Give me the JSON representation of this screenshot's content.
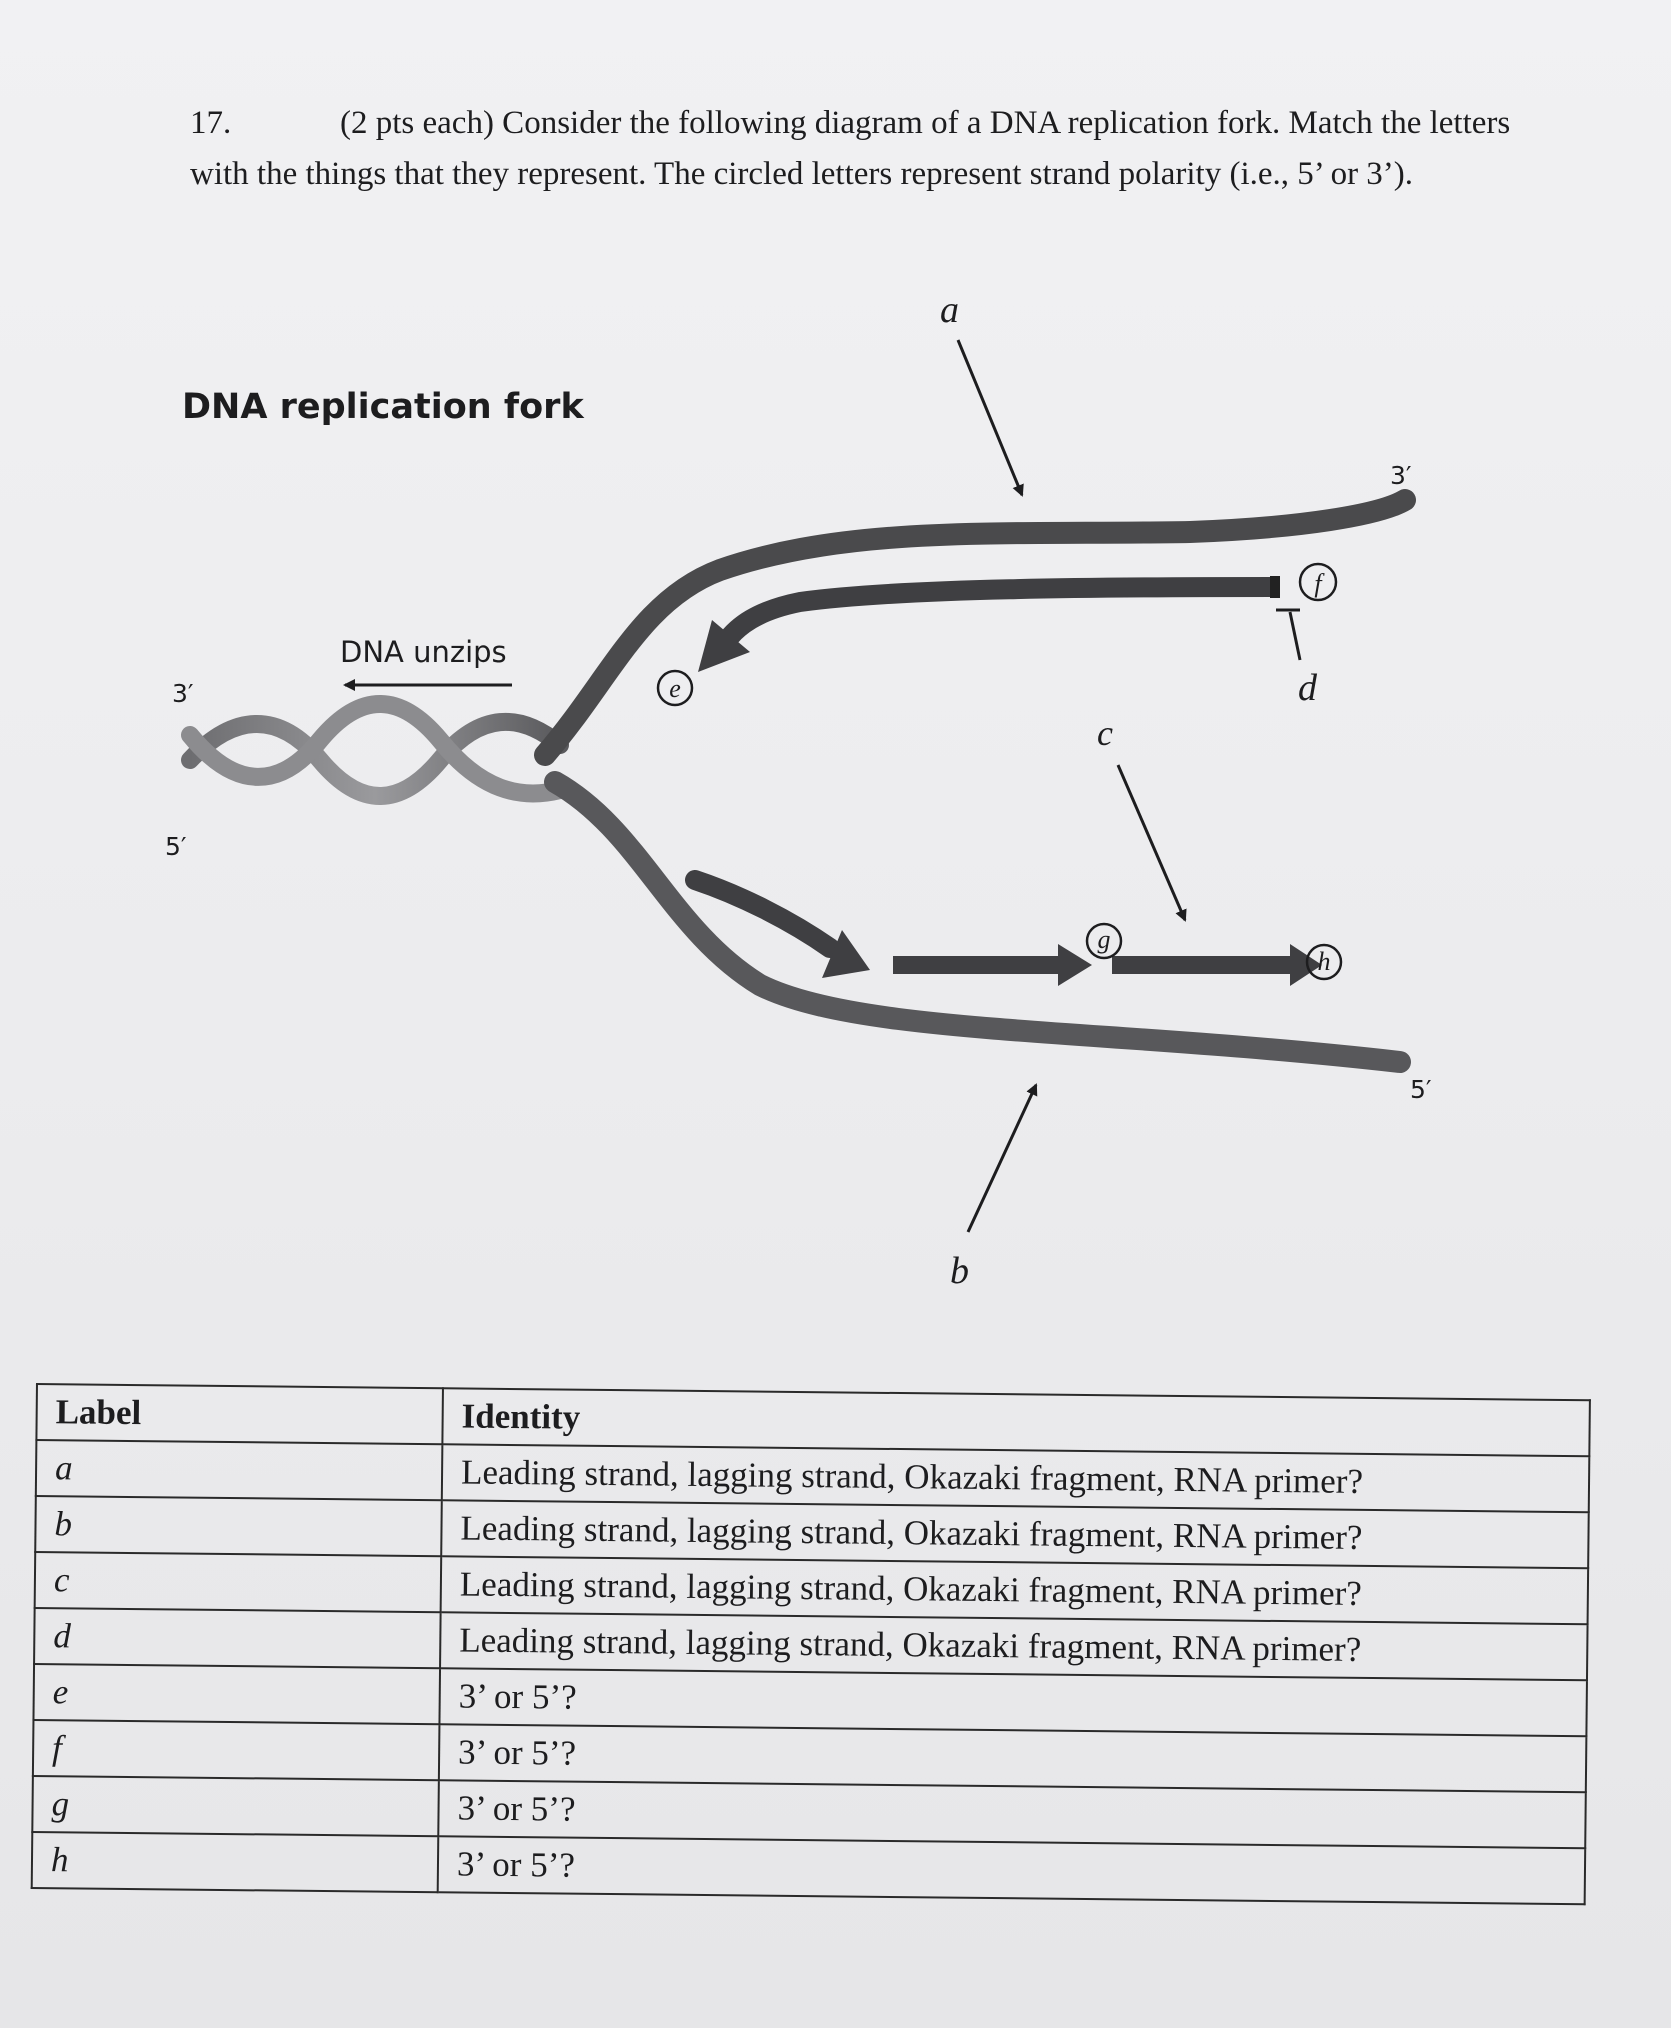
{
  "question": {
    "number": "17.",
    "text": "(2 pts each) Consider the following diagram of a DNA replication fork. Match the letters with the things that they represent. The circled letters represent strand polarity (i.e., 5’ or 3’)."
  },
  "diagram": {
    "title": "DNA replication fork",
    "unzip_label": "DNA unzips",
    "end_labels": {
      "left_top": "3′",
      "left_bottom": "5′",
      "right_top": "3′",
      "right_bottom": "5′"
    },
    "letters": {
      "a": "a",
      "b": "b",
      "c": "c",
      "d": "d",
      "e": "e",
      "f": "f",
      "g": "g",
      "h": "h"
    }
  },
  "table": {
    "headers": [
      "Label",
      "Identity"
    ],
    "rows": [
      {
        "label": "a",
        "identity": "Leading strand, lagging strand, Okazaki fragment, RNA primer?"
      },
      {
        "label": "b",
        "identity": "Leading strand, lagging strand, Okazaki fragment, RNA primer?"
      },
      {
        "label": "c",
        "identity": "Leading strand, lagging strand, Okazaki fragment, RNA primer?"
      },
      {
        "label": "d",
        "identity": "Leading strand, lagging strand, Okazaki fragment, RNA primer?"
      },
      {
        "label": "e",
        "identity": "3’ or 5’?"
      },
      {
        "label": "f",
        "identity": "3’ or 5’?"
      },
      {
        "label": "g",
        "identity": "3’ or 5’?"
      },
      {
        "label": "h",
        "identity": "3’ or 5’?"
      }
    ]
  },
  "colors": {
    "strand": "#4a4a4c",
    "paper": "#ececee",
    "ink": "#1d1d1f"
  }
}
